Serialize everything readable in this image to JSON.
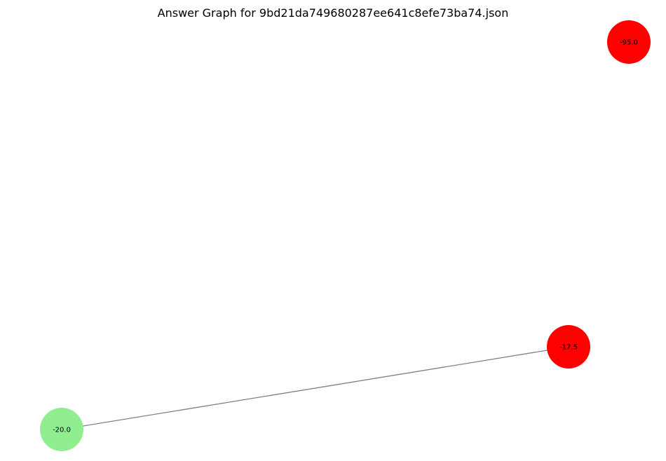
{
  "graph": {
    "title": "Answer Graph for 9bd21da749680287ee641c8efe73ba74.json",
    "nodes": [
      {
        "id": "n1",
        "label": "-95.0",
        "color": "#ff0000"
      },
      {
        "id": "n2",
        "label": "-17.5",
        "color": "#ff0000"
      },
      {
        "id": "n3",
        "label": "-20.0",
        "color": "#90ee90"
      }
    ],
    "edges": [
      {
        "source": "n3",
        "target": "n2",
        "color": "#808080"
      }
    ]
  }
}
